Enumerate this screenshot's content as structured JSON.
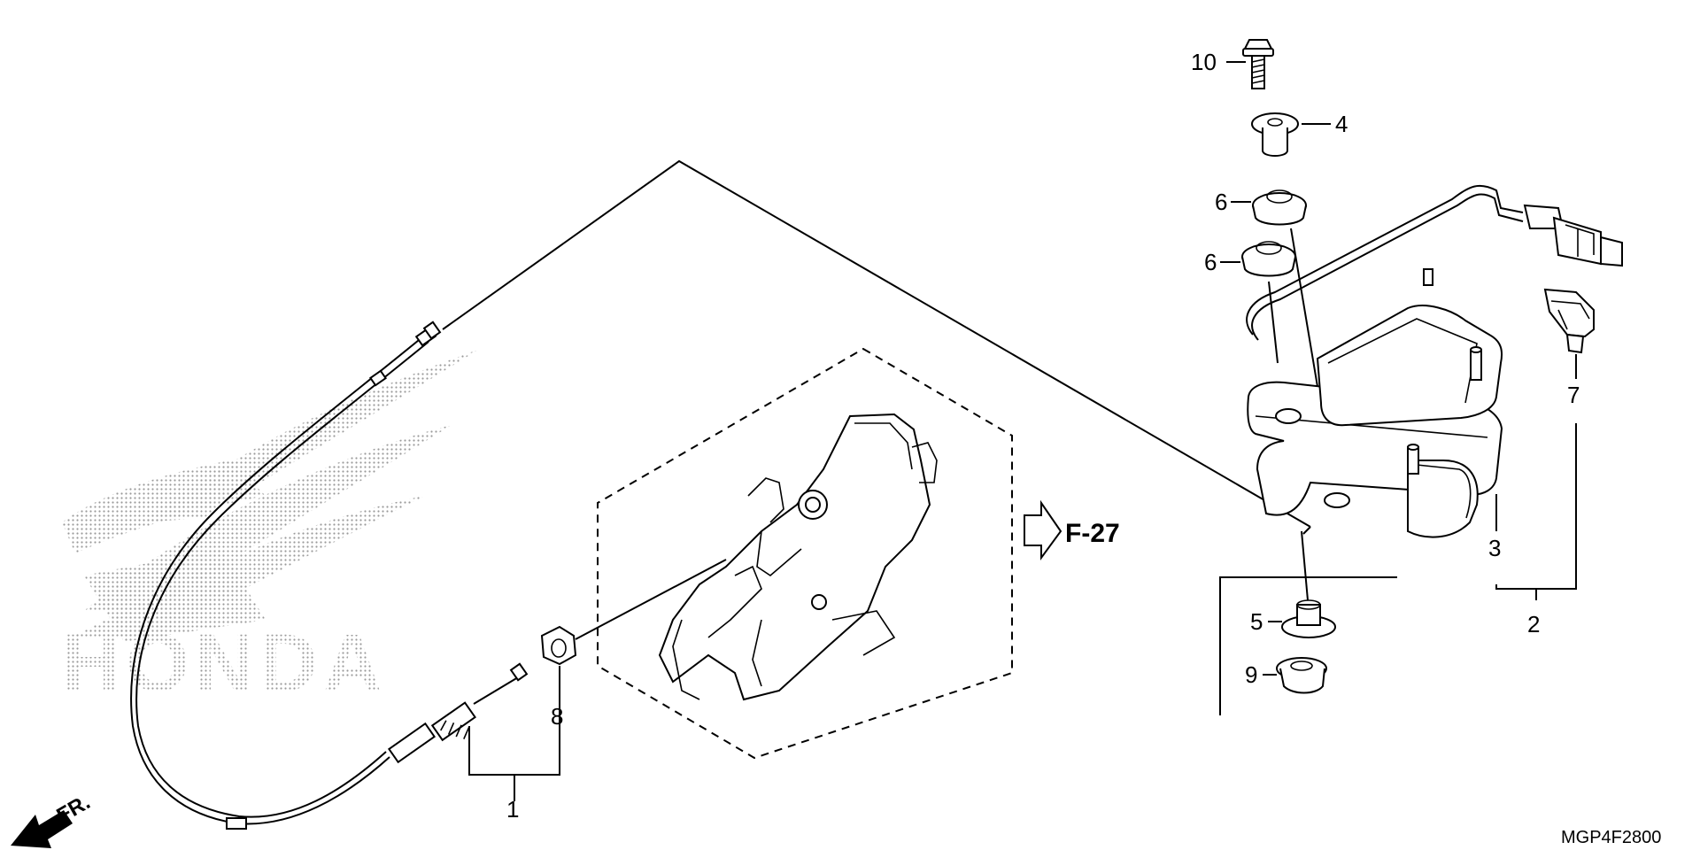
{
  "callouts": [
    {
      "id": "1",
      "label": "1"
    },
    {
      "id": "2",
      "label": "2"
    },
    {
      "id": "3",
      "label": "3"
    },
    {
      "id": "4",
      "label": "4"
    },
    {
      "id": "5",
      "label": "5"
    },
    {
      "id": "6a",
      "label": "6"
    },
    {
      "id": "6b",
      "label": "6"
    },
    {
      "id": "7",
      "label": "7"
    },
    {
      "id": "8",
      "label": "8"
    },
    {
      "id": "9",
      "label": "9"
    },
    {
      "id": "10",
      "label": "10"
    }
  ],
  "reference": {
    "label": "F-27"
  },
  "direction": {
    "label": "FR."
  },
  "diagram_code": "MGP4F2800",
  "watermark": {
    "text": "HONDA"
  },
  "colors": {
    "ink": "#000000",
    "background": "#ffffff",
    "watermark": "#9a9a9a"
  },
  "icons": {
    "reference_arrow": "outline-right-arrow-icon",
    "direction_arrow": "front-direction-arrow-icon"
  }
}
